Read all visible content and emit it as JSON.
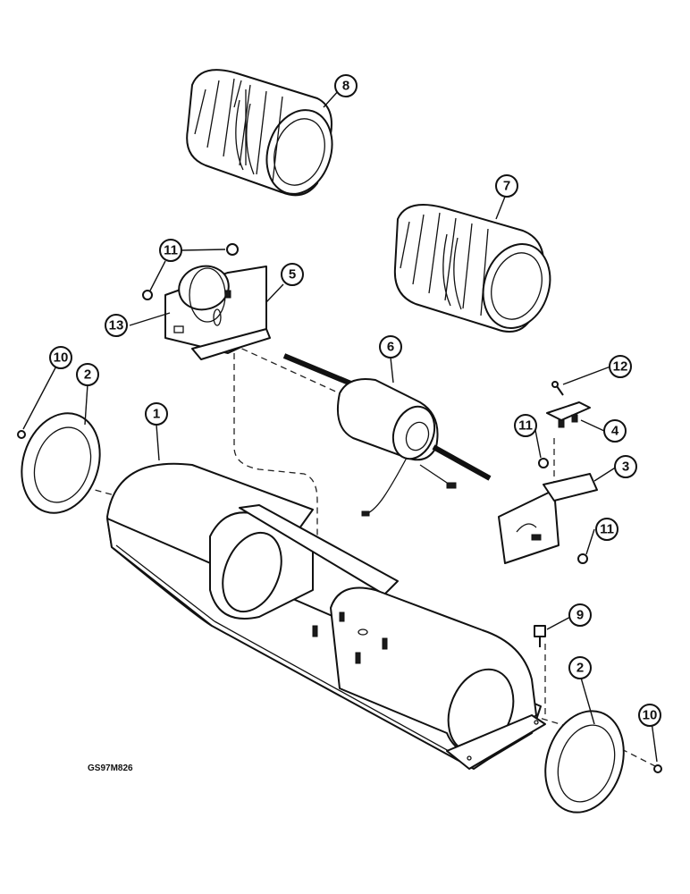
{
  "figure_id": "GS97M826",
  "callouts": {
    "c1": "1",
    "c2a": "2",
    "c2b": "2",
    "c3": "3",
    "c4": "4",
    "c5": "5",
    "c6": "6",
    "c7": "7",
    "c8": "8",
    "c9": "9",
    "c10a": "10",
    "c10b": "10",
    "c11a": "11",
    "c11b": "11",
    "c11c": "11",
    "c12": "12",
    "c13": "13"
  },
  "colors": {
    "line": "#111111",
    "background": "#ffffff"
  }
}
